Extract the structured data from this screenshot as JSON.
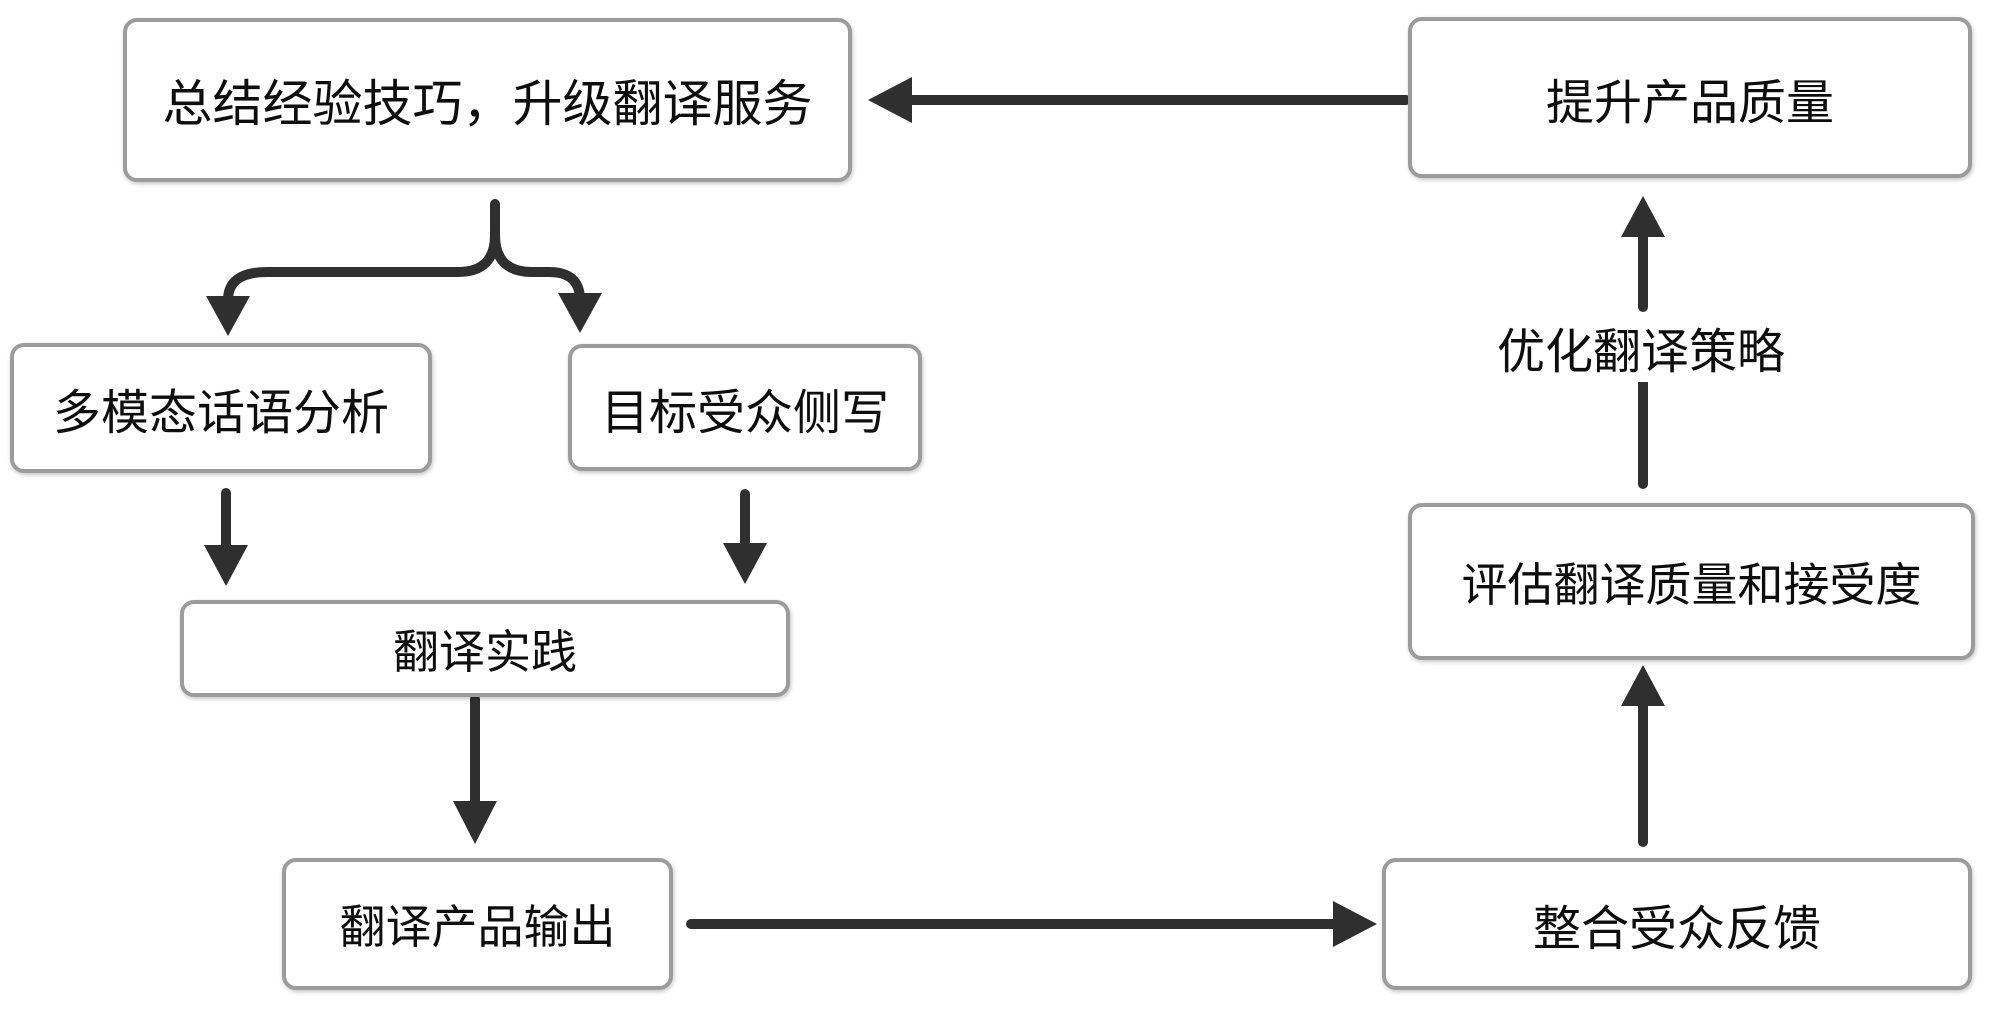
{
  "diagram": {
    "type": "flowchart",
    "nodes": [
      {
        "id": "summarize",
        "label": "总结经验技巧，升级翻译服务"
      },
      {
        "id": "improve",
        "label": "提升产品质量"
      },
      {
        "id": "multimodal",
        "label": "多模态话语分析"
      },
      {
        "id": "audience",
        "label": "目标受众侧写"
      },
      {
        "id": "practice",
        "label": "翻译实践"
      },
      {
        "id": "output",
        "label": "翻译产品输出"
      },
      {
        "id": "feedback",
        "label": "整合受众反馈"
      },
      {
        "id": "evaluate",
        "label": "评估翻译质量和接受度"
      }
    ],
    "edges": [
      {
        "from": "improve",
        "to": "summarize",
        "label": ""
      },
      {
        "from": "summarize",
        "to": "multimodal",
        "label": ""
      },
      {
        "from": "summarize",
        "to": "audience",
        "label": ""
      },
      {
        "from": "multimodal",
        "to": "practice",
        "label": ""
      },
      {
        "from": "audience",
        "to": "practice",
        "label": ""
      },
      {
        "from": "practice",
        "to": "output",
        "label": ""
      },
      {
        "from": "output",
        "to": "feedback",
        "label": ""
      },
      {
        "from": "feedback",
        "to": "evaluate",
        "label": ""
      },
      {
        "from": "evaluate",
        "to": "improve",
        "label": "优化翻译策略"
      }
    ],
    "colors": {
      "background": "#ffffff",
      "box_fill": "#ffffff",
      "box_border": "#9c9c9c",
      "line": "#2f2f2f",
      "text": "#0d0d0d"
    }
  }
}
